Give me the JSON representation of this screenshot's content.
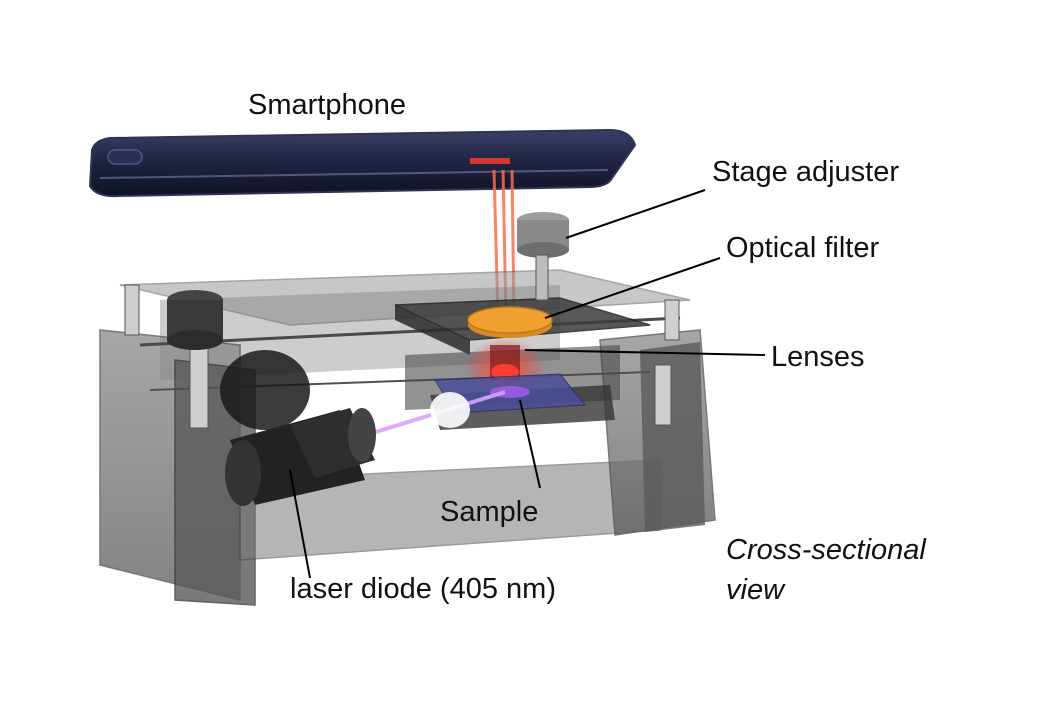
{
  "labels": {
    "smartphone": "Smartphone",
    "stage_adjuster": "Stage adjuster",
    "optical_filter": "Optical filter",
    "lenses": "Lenses",
    "sample": "Sample",
    "laser_diode": "laser diode (405 nm)",
    "view_line1": "Cross-sectional",
    "view_line2": "view"
  },
  "colors": {
    "phone_body": "#1f2340",
    "phone_edge": "#2e3357",
    "housing": "#6e6e6e",
    "optical_filter": "#f0a030",
    "red_light": "#ff3b30",
    "laser_beam": "#d9a3ff",
    "sample_slide": "#4b4f9a",
    "leader_line": "#000000"
  }
}
